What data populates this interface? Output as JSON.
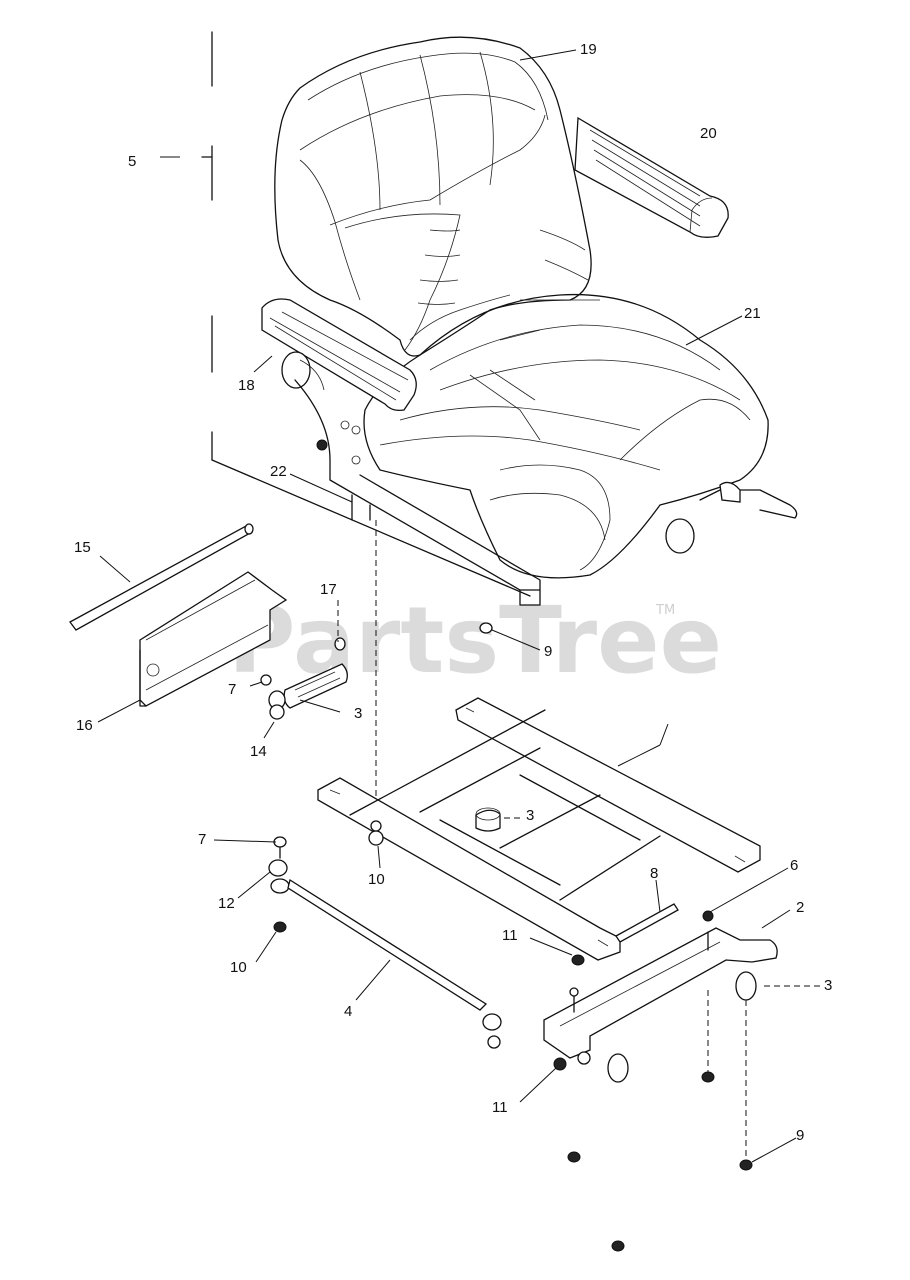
{
  "watermark": {
    "text": "PartsTree",
    "trademark": "TM"
  },
  "callouts": [
    {
      "id": "c-19",
      "text": "19"
    },
    {
      "id": "c-20",
      "text": "20"
    },
    {
      "id": "c-5",
      "text": "5"
    },
    {
      "id": "c-21",
      "text": "21"
    },
    {
      "id": "c-18",
      "text": "18"
    },
    {
      "id": "c-22",
      "text": "22"
    },
    {
      "id": "c-15",
      "text": "15"
    },
    {
      "id": "c-17",
      "text": "17"
    },
    {
      "id": "c-9a",
      "text": "9"
    },
    {
      "id": "c-7a",
      "text": "7"
    },
    {
      "id": "c-3a",
      "text": "3"
    },
    {
      "id": "c-16",
      "text": "16"
    },
    {
      "id": "c-14",
      "text": "14"
    },
    {
      "id": "c-3b",
      "text": "3"
    },
    {
      "id": "c-7b",
      "text": "7"
    },
    {
      "id": "c-12",
      "text": "12"
    },
    {
      "id": "c-10a",
      "text": "10"
    },
    {
      "id": "c-6",
      "text": "6"
    },
    {
      "id": "c-8",
      "text": "8"
    },
    {
      "id": "c-2",
      "text": "2"
    },
    {
      "id": "c-11a",
      "text": "11"
    },
    {
      "id": "c-10b",
      "text": "10"
    },
    {
      "id": "c-3c",
      "text": "3"
    },
    {
      "id": "c-4",
      "text": "4"
    },
    {
      "id": "c-11b",
      "text": "11"
    },
    {
      "id": "c-9b",
      "text": "9"
    }
  ]
}
